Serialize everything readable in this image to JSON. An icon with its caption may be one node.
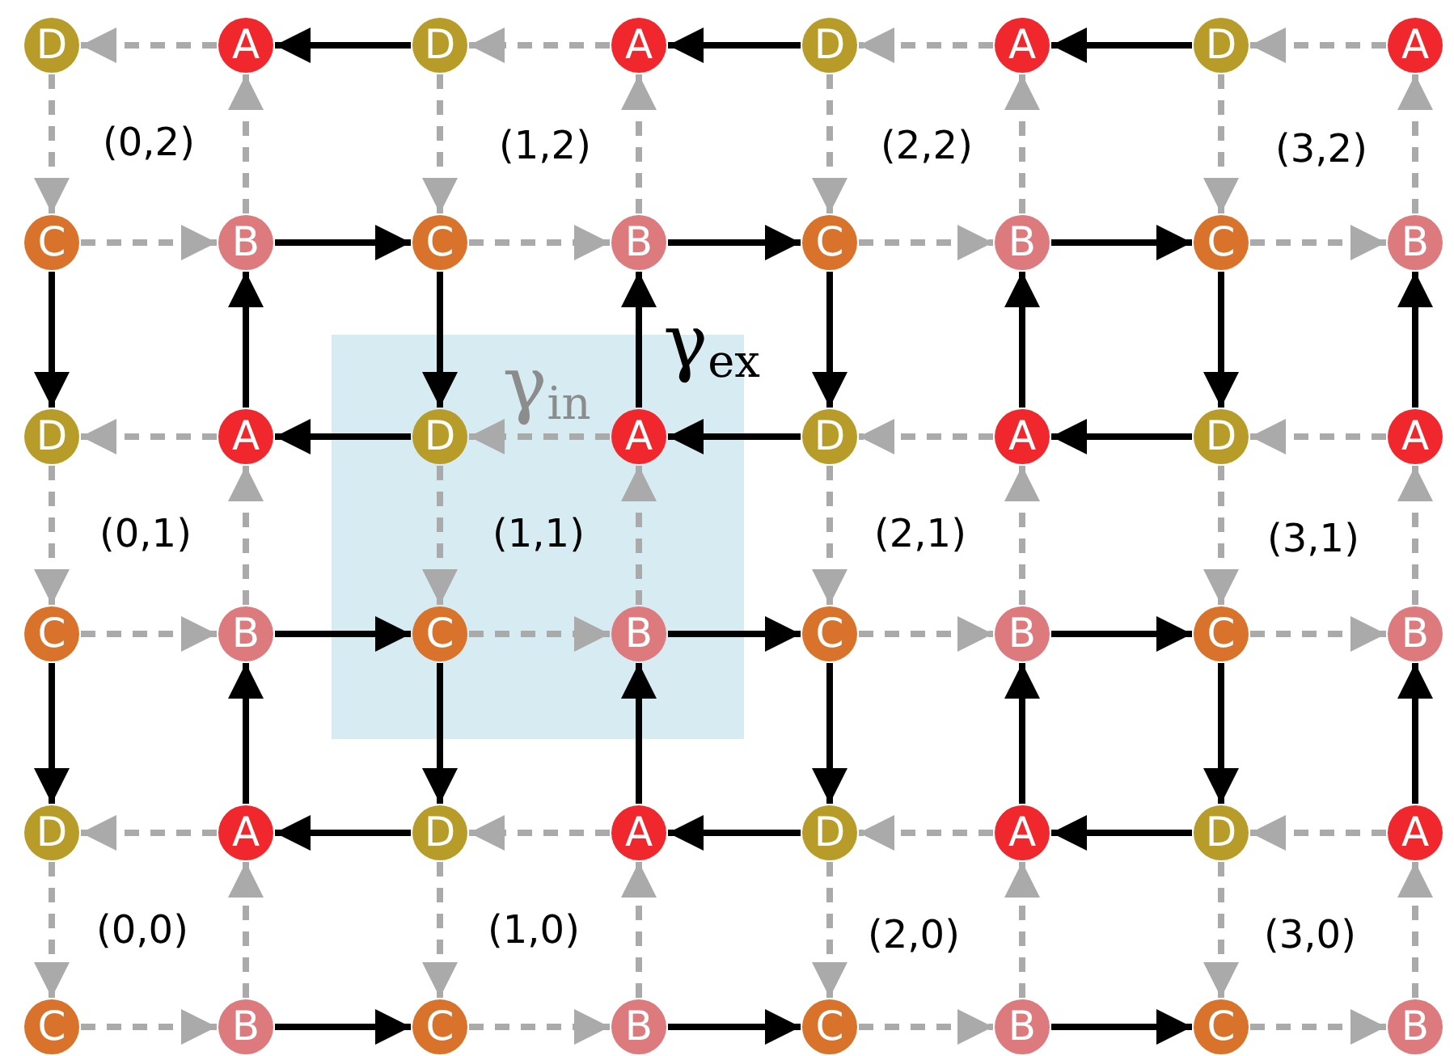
{
  "diagram": {
    "nodes": [
      {
        "text": [
          "D"
        ]
      },
      {
        "text": [
          "A"
        ]
      },
      {
        "text": [
          "D"
        ]
      },
      {
        "text": [
          "A"
        ]
      },
      {
        "text": [
          "D"
        ]
      },
      {
        "text": [
          "A"
        ]
      },
      {
        "text": [
          "D"
        ]
      },
      {
        "text": [
          "A"
        ]
      },
      {
        "text": [
          "C"
        ]
      },
      {
        "text": [
          "B"
        ]
      },
      {
        "text": [
          "C"
        ]
      },
      {
        "text": [
          "B"
        ]
      },
      {
        "text": [
          "C"
        ]
      },
      {
        "text": [
          "B"
        ]
      },
      {
        "text": [
          "C"
        ]
      },
      {
        "text": [
          "B"
        ]
      },
      {
        "text": [
          "D"
        ]
      },
      {
        "text": [
          "A"
        ]
      },
      {
        "text": [
          "D"
        ]
      },
      {
        "text": [
          "A"
        ]
      },
      {
        "text": [
          "D"
        ]
      },
      {
        "text": [
          "A"
        ]
      },
      {
        "text": [
          "D"
        ]
      },
      {
        "text": [
          "A"
        ]
      },
      {
        "text": [
          "C"
        ]
      },
      {
        "text": [
          "B"
        ]
      },
      {
        "text": [
          "C"
        ]
      },
      {
        "text": [
          "B"
        ]
      },
      {
        "text": [
          "C"
        ]
      },
      {
        "text": [
          "B"
        ]
      },
      {
        "text": [
          "C"
        ]
      },
      {
        "text": [
          "B"
        ]
      },
      {
        "text": [
          "D"
        ]
      },
      {
        "text": [
          "A"
        ]
      },
      {
        "text": [
          "D"
        ]
      },
      {
        "text": [
          "A"
        ]
      },
      {
        "text": [
          "D"
        ]
      },
      {
        "text": [
          "A"
        ]
      },
      {
        "text": [
          "D"
        ]
      },
      {
        "text": [
          "A"
        ]
      },
      {
        "text": [
          "C"
        ]
      },
      {
        "text": [
          "B"
        ]
      },
      {
        "text": [
          "C"
        ]
      },
      {
        "text": [
          "B"
        ]
      },
      {
        "text": [
          "C"
        ]
      },
      {
        "text": [
          "B"
        ]
      },
      {
        "text": [
          "C"
        ]
      },
      {
        "text": [
          "B"
        ]
      }
    ],
    "edges": [
      {
        "from": 1,
        "to": 0,
        "arrow": "to",
        "style": "dashed"
      },
      {
        "from": 2,
        "to": 1,
        "arrow": "to",
        "color": "#000000"
      },
      {
        "from": 3,
        "to": 2,
        "arrow": "to",
        "style": "dashed"
      },
      {
        "from": 4,
        "to": 3,
        "arrow": "to",
        "color": "#000000"
      },
      {
        "from": 5,
        "to": 4,
        "arrow": "to",
        "style": "dashed"
      },
      {
        "from": 6,
        "to": 5,
        "arrow": "to",
        "color": "#000000"
      },
      {
        "from": 7,
        "to": 6,
        "arrow": "to",
        "style": "dashed"
      },
      {
        "from": 8,
        "to": 9,
        "arrow": "to",
        "style": "dashed"
      },
      {
        "from": 9,
        "to": 10,
        "arrow": "to",
        "color": "#000000"
      },
      {
        "from": 10,
        "to": 11,
        "arrow": "to",
        "style": "dashed"
      },
      {
        "from": 11,
        "to": 12,
        "arrow": "to",
        "color": "#000000"
      },
      {
        "from": 12,
        "to": 13,
        "arrow": "to",
        "style": "dashed"
      },
      {
        "from": 13,
        "to": 14,
        "arrow": "to",
        "color": "#000000"
      },
      {
        "from": 14,
        "to": 15,
        "arrow": "to",
        "style": "dashed"
      },
      {
        "from": 17,
        "to": 16,
        "arrow": "to",
        "style": "dashed"
      },
      {
        "from": 18,
        "to": 17,
        "arrow": "to",
        "color": "#000000"
      },
      {
        "from": 19,
        "to": 18,
        "arrow": "to",
        "style": "dashed"
      },
      {
        "from": 20,
        "to": 19,
        "arrow": "to",
        "color": "#000000"
      },
      {
        "from": 21,
        "to": 20,
        "arrow": "to",
        "style": "dashed"
      },
      {
        "from": 22,
        "to": 21,
        "arrow": "to",
        "color": "#000000"
      },
      {
        "from": 23,
        "to": 22,
        "arrow": "to",
        "style": "dashed"
      },
      {
        "from": 24,
        "to": 25,
        "arrow": "to",
        "style": "dashed"
      },
      {
        "from": 25,
        "to": 26,
        "arrow": "to",
        "color": "#000000"
      },
      {
        "from": 26,
        "to": 27,
        "arrow": "to",
        "style": "dashed"
      },
      {
        "from": 27,
        "to": 28,
        "arrow": "to",
        "color": "#000000"
      },
      {
        "from": 28,
        "to": 29,
        "arrow": "to",
        "style": "dashed"
      },
      {
        "from": 29,
        "to": 30,
        "arrow": "to",
        "color": "#000000"
      },
      {
        "from": 30,
        "to": 31,
        "arrow": "to",
        "style": "dashed"
      },
      {
        "from": 33,
        "to": 32,
        "arrow": "to",
        "style": "dashed"
      },
      {
        "from": 34,
        "to": 33,
        "arrow": "to",
        "color": "#000000"
      },
      {
        "from": 35,
        "to": 34,
        "arrow": "to",
        "style": "dashed"
      },
      {
        "from": 36,
        "to": 35,
        "arrow": "to",
        "color": "#000000"
      },
      {
        "from": 37,
        "to": 36,
        "arrow": "to",
        "style": "dashed"
      },
      {
        "from": 38,
        "to": 37,
        "arrow": "to",
        "color": "#000000"
      },
      {
        "from": 39,
        "to": 38,
        "arrow": "to",
        "style": "dashed"
      },
      {
        "from": 40,
        "to": 41,
        "arrow": "to",
        "style": "dashed"
      },
      {
        "from": 41,
        "to": 42,
        "arrow": "to",
        "color": "#000000"
      },
      {
        "from": 42,
        "to": 43,
        "arrow": "to",
        "style": "dashed"
      },
      {
        "from": 43,
        "to": 44,
        "arrow": "to",
        "color": "#000000"
      },
      {
        "from": 44,
        "to": 45,
        "arrow": "to",
        "style": "dashed"
      },
      {
        "from": 45,
        "to": 46,
        "arrow": "to",
        "color": "#000000"
      },
      {
        "from": 46,
        "to": 47,
        "arrow": "to",
        "style": "dashed"
      },
      {
        "from": 0,
        "to": 8,
        "arrow": "to",
        "style": "dashed"
      },
      {
        "from": 9,
        "to": 1,
        "arrow": "to",
        "style": "dashed"
      },
      {
        "from": 2,
        "to": 10,
        "arrow": "to",
        "style": "dashed"
      },
      {
        "from": 11,
        "to": 3,
        "arrow": "to",
        "style": "dashed"
      },
      {
        "from": 4,
        "to": 12,
        "arrow": "to",
        "style": "dashed"
      },
      {
        "from": 13,
        "to": 5,
        "arrow": "to",
        "style": "dashed"
      },
      {
        "from": 6,
        "to": 14,
        "arrow": "to",
        "style": "dashed"
      },
      {
        "from": 15,
        "to": 7,
        "arrow": "to",
        "style": "dashed"
      },
      {
        "from": 8,
        "to": 16,
        "arrow": "to",
        "color": "#000000"
      },
      {
        "from": 17,
        "to": 9,
        "arrow": "to",
        "color": "#000000"
      },
      {
        "from": 10,
        "to": 18,
        "arrow": "to",
        "color": "#000000"
      },
      {
        "from": 19,
        "to": 11,
        "arrow": "to",
        "color": "#000000"
      },
      {
        "from": 12,
        "to": 20,
        "arrow": "to",
        "color": "#000000"
      },
      {
        "from": 21,
        "to": 13,
        "arrow": "to",
        "color": "#000000"
      },
      {
        "from": 14,
        "to": 22,
        "arrow": "to",
        "color": "#000000"
      },
      {
        "from": 23,
        "to": 15,
        "arrow": "to",
        "color": "#000000"
      },
      {
        "from": 16,
        "to": 24,
        "arrow": "to",
        "style": "dashed"
      },
      {
        "from": 25,
        "to": 17,
        "arrow": "to",
        "style": "dashed"
      },
      {
        "from": 18,
        "to": 26,
        "arrow": "to",
        "style": "dashed"
      },
      {
        "from": 27,
        "to": 19,
        "arrow": "to",
        "style": "dashed"
      },
      {
        "from": 20,
        "to": 28,
        "arrow": "to",
        "style": "dashed"
      },
      {
        "from": 29,
        "to": 21,
        "arrow": "to",
        "style": "dashed"
      },
      {
        "from": 22,
        "to": 30,
        "arrow": "to",
        "style": "dashed"
      },
      {
        "from": 31,
        "to": 23,
        "arrow": "to",
        "style": "dashed"
      },
      {
        "from": 24,
        "to": 32,
        "arrow": "to",
        "color": "#000000"
      },
      {
        "from": 33,
        "to": 25,
        "arrow": "to",
        "color": "#000000"
      },
      {
        "from": 26,
        "to": 34,
        "arrow": "to",
        "color": "#000000"
      },
      {
        "from": 35,
        "to": 27,
        "arrow": "to",
        "color": "#000000"
      },
      {
        "from": 28,
        "to": 36,
        "arrow": "to",
        "color": "#000000"
      },
      {
        "from": 37,
        "to": 29,
        "arrow": "to",
        "color": "#000000"
      },
      {
        "from": 30,
        "to": 38,
        "arrow": "to",
        "color": "#000000"
      },
      {
        "from": 39,
        "to": 31,
        "arrow": "to",
        "color": "#000000"
      },
      {
        "from": 32,
        "to": 40,
        "arrow": "to",
        "style": "dashed"
      },
      {
        "from": 41,
        "to": 33,
        "arrow": "to",
        "style": "dashed"
      },
      {
        "from": 34,
        "to": 42,
        "arrow": "to",
        "style": "dashed"
      },
      {
        "from": 43,
        "to": 35,
        "arrow": "to",
        "style": "dashed"
      },
      {
        "from": 36,
        "to": 44,
        "arrow": "to",
        "style": "dashed"
      },
      {
        "from": 45,
        "to": 37,
        "arrow": "to",
        "style": "dashed"
      },
      {
        "from": 38,
        "to": 46,
        "arrow": "to",
        "style": "dashed"
      },
      {
        "from": 47,
        "to": 39,
        "arrow": "to",
        "style": "dashed"
      }
    ],
    "labels": [
      "(0,2)",
      "(1,2)",
      "(2,2)",
      "(3,2)",
      "γ$_{in}$",
      "γ$_{ex}$",
      "(0,1)",
      "(1,1)",
      "(2,1)",
      "(3,1)",
      "(0,0)",
      "(1,0)",
      "(2,0)",
      "(3,0)"
    ]
  }
}
